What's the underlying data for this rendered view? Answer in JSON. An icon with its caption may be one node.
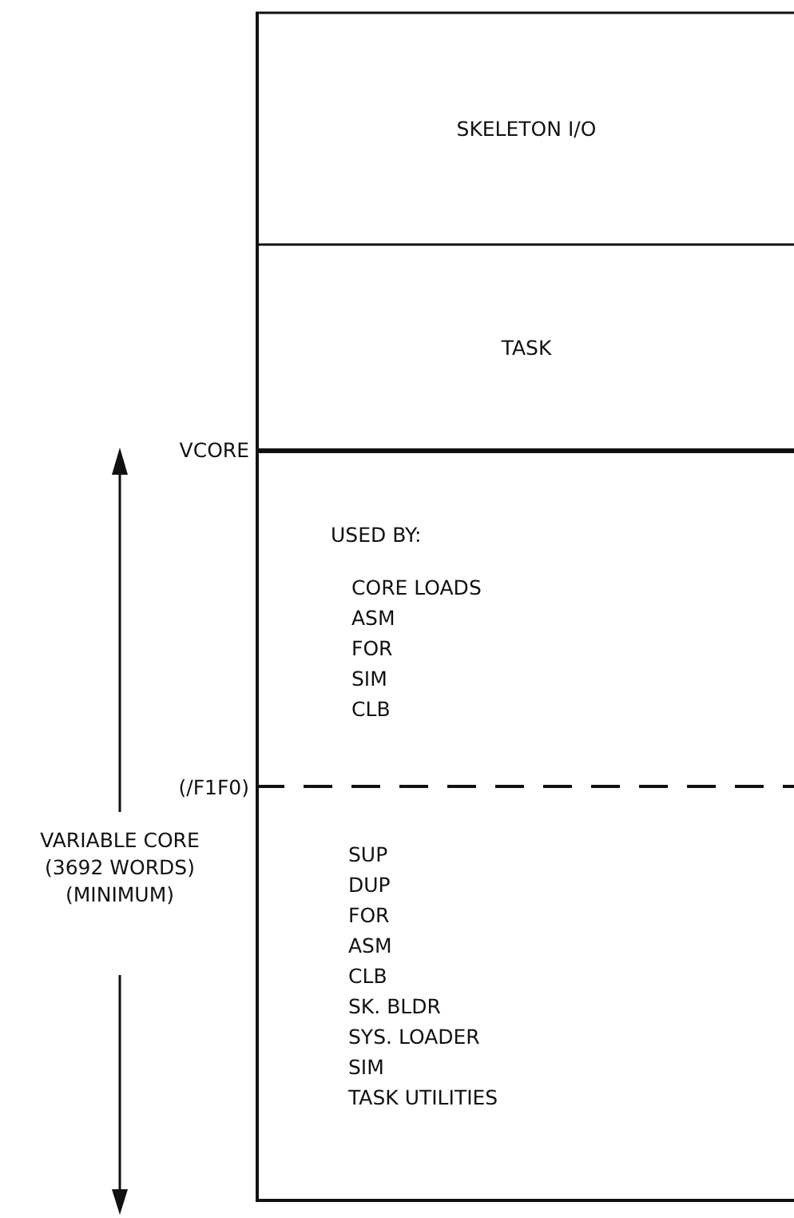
{
  "diagram": {
    "nodes": [
      {
        "text": [
          "SKELETON I/O"
        ]
      },
      {
        "text": [
          "TASK"
        ]
      },
      {
        "text": [
          "USED BY:",
          "CORE LOADS",
          "ASM",
          "FOR",
          "SIM",
          "CLB"
        ]
      },
      {
        "text": [
          "SUP",
          "DUP",
          "FOR",
          "ASM",
          "CLB",
          "SK. BLDR",
          "SYS. LOADER",
          "SIM",
          "TASK UTILITIES"
        ]
      }
    ],
    "labels": [
      "VCORE",
      "(/F1F0)",
      "VARIABLE CORE (3692 WORDS) (MINIMUM)"
    ]
  }
}
